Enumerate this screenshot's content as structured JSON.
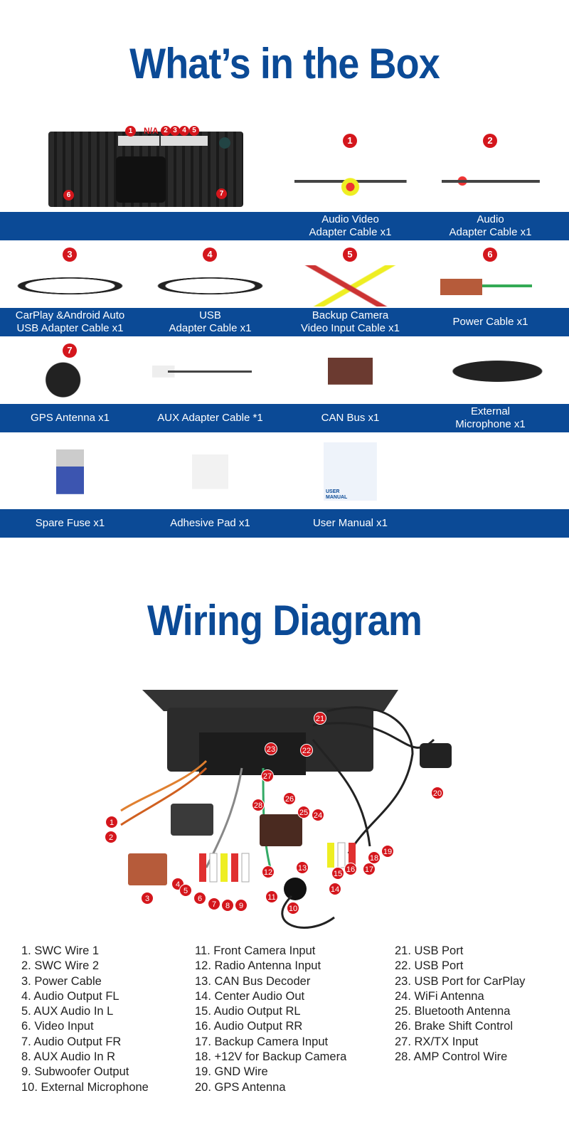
{
  "box": {
    "title": "What’s in the Box",
    "unit_labels": {
      "connector_1": "1",
      "na": "N/A",
      "c2": "2",
      "c3": "3",
      "c4": "4",
      "c5": "5",
      "c6": "6",
      "c7": "7"
    },
    "items": [
      {
        "badge": "1",
        "label": "Audio Video\nAdapter Cable x1"
      },
      {
        "badge": "2",
        "label": "Audio\nAdapter Cable x1"
      },
      {
        "badge": "3",
        "label": "CarPlay &Android Auto\nUSB Adapter Cable x1"
      },
      {
        "badge": "4",
        "label": "USB\nAdapter Cable x1"
      },
      {
        "badge": "5",
        "label": "Backup Camera\nVideo Input Cable x1"
      },
      {
        "badge": "6",
        "label": "Power Cable x1"
      },
      {
        "badge": "7",
        "label": "GPS Antenna x1"
      },
      {
        "badge": "",
        "label": "AUX Adapter Cable *1"
      },
      {
        "badge": "",
        "label": "CAN Bus x1"
      },
      {
        "badge": "",
        "label": "External\nMicrophone x1"
      },
      {
        "badge": "",
        "label": "Spare Fuse x1"
      },
      {
        "badge": "",
        "label": "Adhesive Pad x1"
      },
      {
        "badge": "",
        "label": "User Manual x1"
      }
    ],
    "manual_text": "USER\nMANUAL"
  },
  "wiring": {
    "title": "Wiring Diagram",
    "markers": [
      "1",
      "2",
      "3",
      "4",
      "5",
      "6",
      "7",
      "8",
      "9",
      "10",
      "11",
      "12",
      "13",
      "14",
      "15",
      "16",
      "17",
      "18",
      "19",
      "20",
      "21",
      "22",
      "23",
      "24",
      "25",
      "26",
      "27",
      "28"
    ],
    "legend": [
      [
        "1. SWC Wire 1",
        "2. SWC Wire 2",
        "3. Power Cable",
        "4. Audio Output FL",
        "5. AUX Audio In L",
        "6. Video Input",
        "7. Audio Output FR",
        "8. AUX Audio In R",
        "9. Subwoofer Output",
        "10. External Microphone"
      ],
      [
        "11. Front Camera Input",
        "12. Radio Antenna Input",
        "13. CAN Bus Decoder",
        "14. Center Audio Out",
        "15. Audio Output RL",
        "16. Audio Output RR",
        "17. Backup Camera Input",
        "18. +12V for Backup Camera",
        "19. GND Wire",
        "20. GPS Antenna"
      ],
      [
        "21. USB Port",
        "22. USB Port",
        "23. USB Port for CarPlay",
        "24. WiFi Antenna",
        "25. Bluetooth Antenna",
        "26. Brake Shift Control",
        "27. RX/TX Input",
        "28. AMP Control Wire"
      ]
    ]
  }
}
